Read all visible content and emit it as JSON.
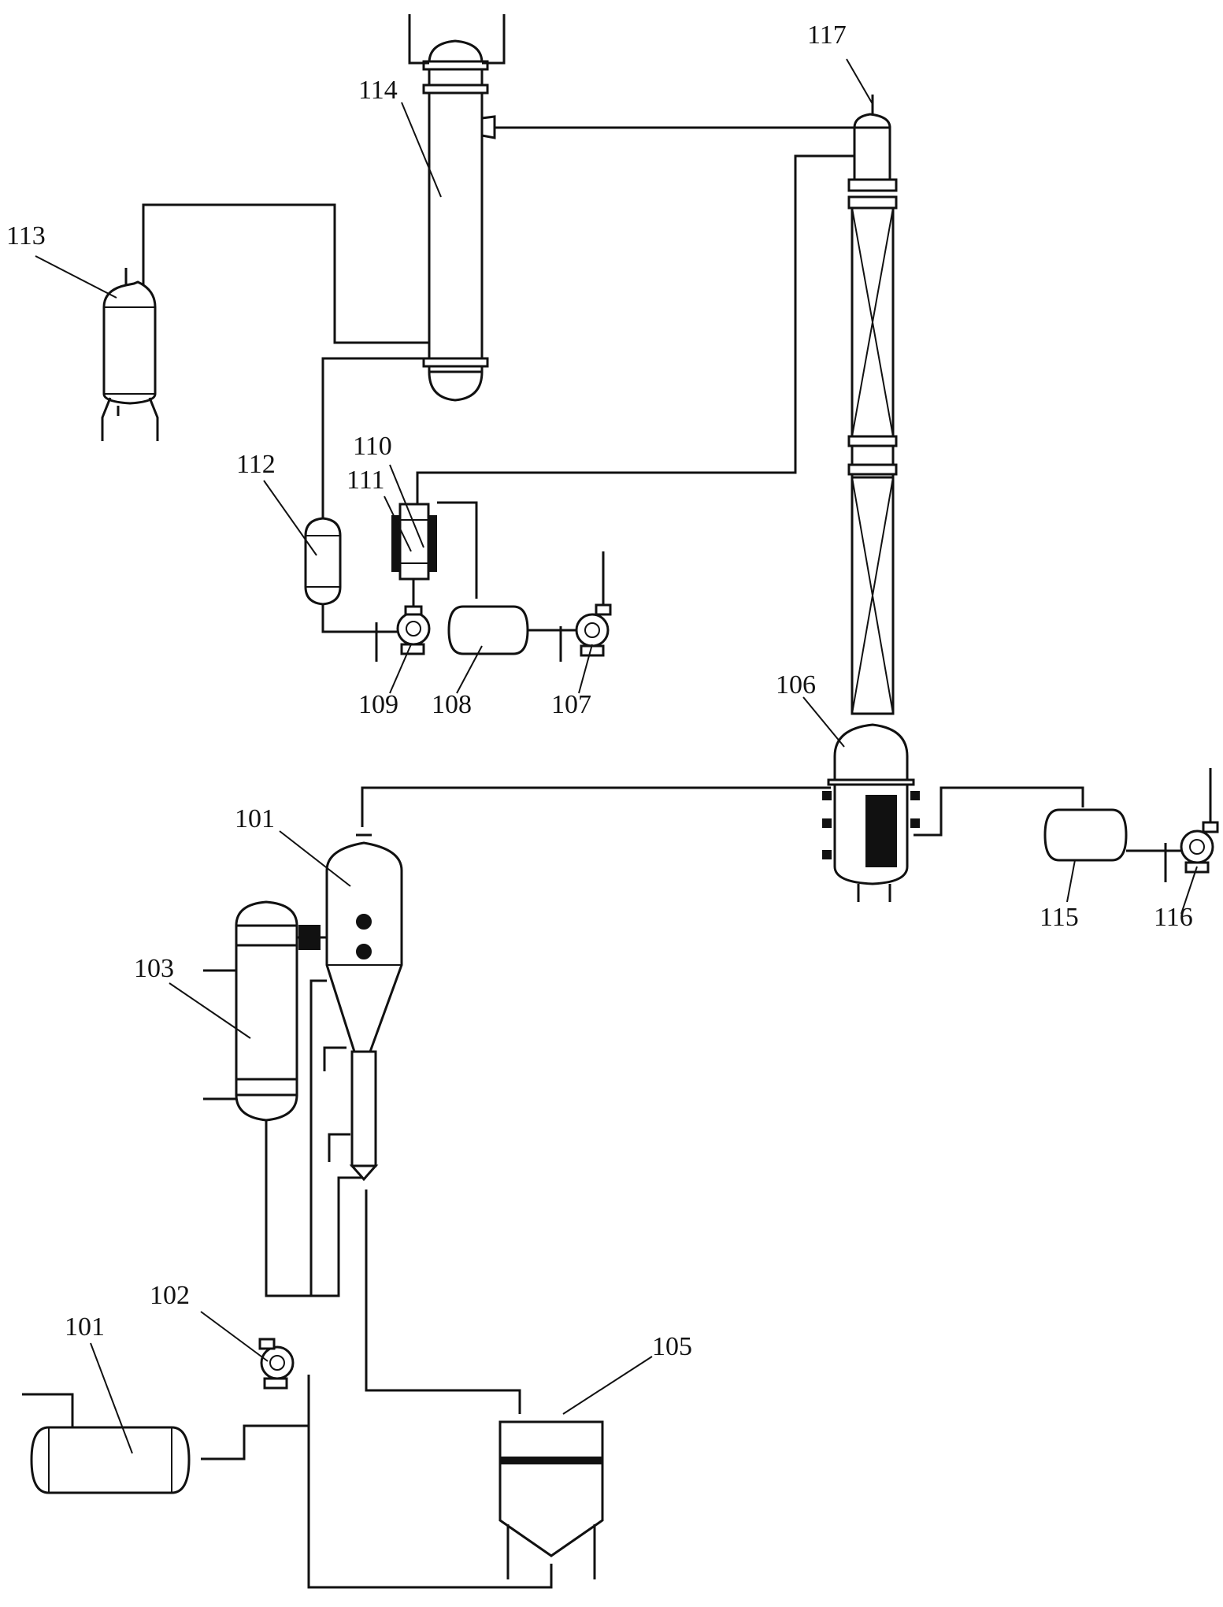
{
  "labels": {
    "l101_top": "101",
    "l101_bottom": "101",
    "l102": "102",
    "l103": "103",
    "l105": "105",
    "l106": "106",
    "l107": "107",
    "l108": "108",
    "l109": "109",
    "l110": "110",
    "l111": "111",
    "l112": "112",
    "l113": "113",
    "l114": "114",
    "l115": "115",
    "l116": "116",
    "l117": "117"
  }
}
